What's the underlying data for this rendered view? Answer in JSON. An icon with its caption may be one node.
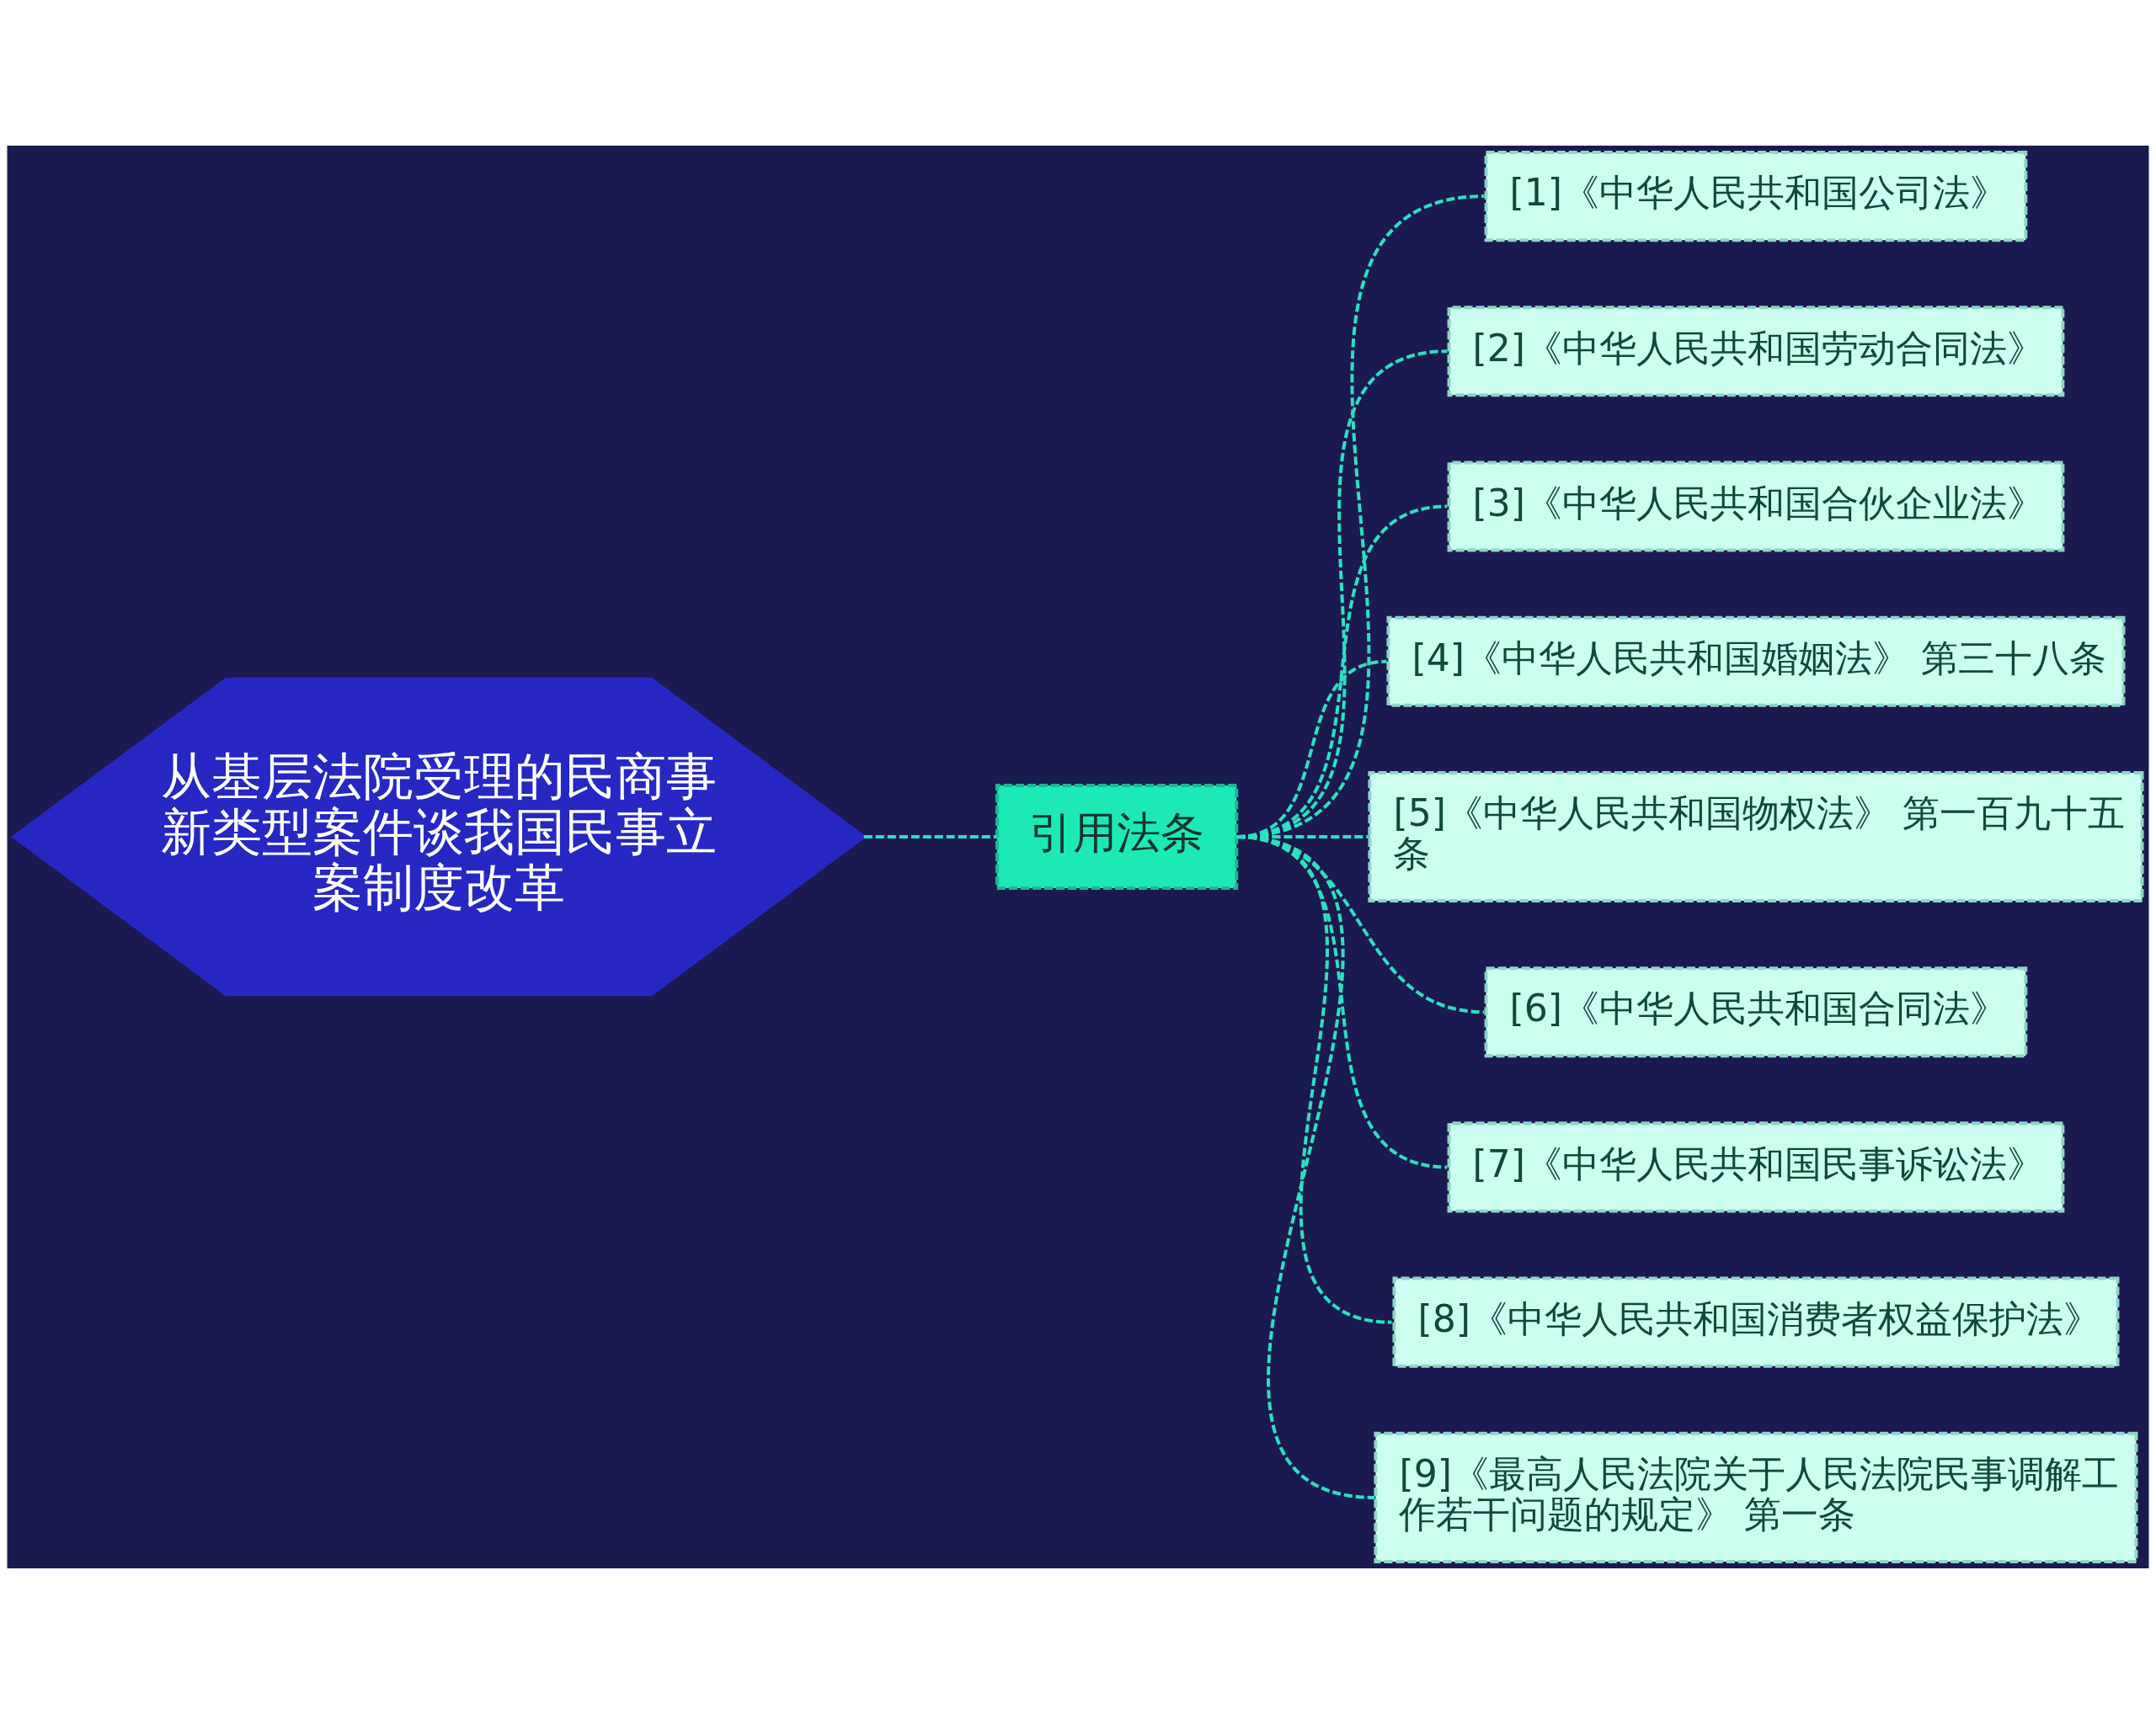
{
  "diagram": {
    "nodes": [
      {
        "text": [
          "从基层法院受理的民商事新类型案件谈我国民事立案制度改革"
        ]
      },
      {
        "text": [
          "引用法条"
        ]
      },
      {
        "text": [
          "[1]《中华人民共和国公司法》"
        ]
      },
      {
        "text": [
          "[2]《中华人民共和国劳动合同法》"
        ]
      },
      {
        "text": [
          "[3]《中华人民共和国合伙企业法》"
        ]
      },
      {
        "text": [
          "[4]《中华人民共和国婚姻法》 第三十八条"
        ]
      },
      {
        "text": [
          "[5]《中华人民共和国物权法》 第一百九十五条"
        ]
      },
      {
        "text": [
          "[6]《中华人民共和国合同法》"
        ]
      },
      {
        "text": [
          "[7]《中华人民共和国民事诉讼法》"
        ]
      },
      {
        "text": [
          "[8]《中华人民共和国消费者权益保护法》"
        ]
      },
      {
        "text": [
          "[9]《最高人民法院关于人民法院民事调解工作若干问题的规定》 第一条"
        ]
      }
    ],
    "edges": [
      {
        "from": 0,
        "to": 1,
        "arrow": "none",
        "style": "dashed"
      },
      {
        "from": 1,
        "to": 2,
        "arrow": "none",
        "style": "dashed"
      },
      {
        "from": 1,
        "to": 3,
        "arrow": "none",
        "style": "dashed"
      },
      {
        "from": 1,
        "to": 4,
        "arrow": "none",
        "style": "dashed"
      },
      {
        "from": 1,
        "to": 5,
        "arrow": "none",
        "style": "dashed"
      },
      {
        "from": 1,
        "to": 6,
        "arrow": "none",
        "style": "dashed"
      },
      {
        "from": 1,
        "to": 7,
        "arrow": "none",
        "style": "dashed"
      },
      {
        "from": 1,
        "to": 8,
        "arrow": "none",
        "style": "dashed"
      },
      {
        "from": 1,
        "to": 9,
        "arrow": "none",
        "style": "dashed"
      },
      {
        "from": 1,
        "to": 10,
        "arrow": "none",
        "style": "dashed"
      }
    ]
  }
}
